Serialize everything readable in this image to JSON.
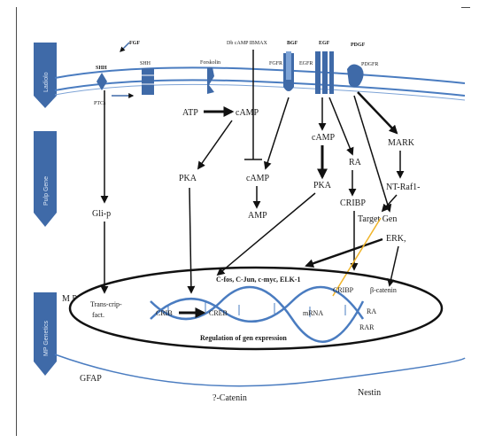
{
  "side_labels": [
    "Ladiolo",
    "Pulp Gene",
    "MP Genetics"
  ],
  "receptors": {
    "fgf_top": "FGF",
    "shh_top": "SHH",
    "shh_under": "SHH",
    "ptc": "PTCs",
    "forskolin": "Forskolin",
    "dbcamp": "Db cAMP IBMAX",
    "bgf": "BGF",
    "egf": "EGF",
    "pdgf": "PDGF",
    "fgfr": "FGFR",
    "egfr": "EGFR",
    "pdgfr": "PDGFR"
  },
  "pathway": {
    "atp": "ATP",
    "camp_top": "cAMP",
    "pka_left": "PKA",
    "camp_mid": "cAMP",
    "amp": "AMP",
    "camp_egf": "cAMP",
    "pka_egf": "PKA",
    "ra": "RA",
    "cribp_top": "CRIBP",
    "mark": "MARK",
    "ntraf": "NT-Raf1-",
    "target_gen": "Target Gen",
    "erk": "ERK,",
    "gli": "Gli-p"
  },
  "nucleus": {
    "tfs": "C-fos, C-Jun, c-myc, ELK-1",
    "transcrip": "Trans-crip-",
    "fact": "fact.",
    "crib": "CRIB",
    "creb": "CREB",
    "cribp": "CRIBP",
    "mrna": "mRNA",
    "ra": "RA",
    "rar": "RAR",
    "bcatenin": "β-catenin",
    "regulation": "Regulation  of gen expression"
  },
  "lower": {
    "mp": "M P",
    "gfap": "GFAP",
    "catenin": "?-Catenin",
    "nestin": "Nestin"
  },
  "colors": {
    "membrane": "#4a7cc0",
    "side_box": "#3f6aa8",
    "yellow_line": "#f0b429",
    "arrow": "#111111",
    "helix": "#4a7cc0"
  }
}
